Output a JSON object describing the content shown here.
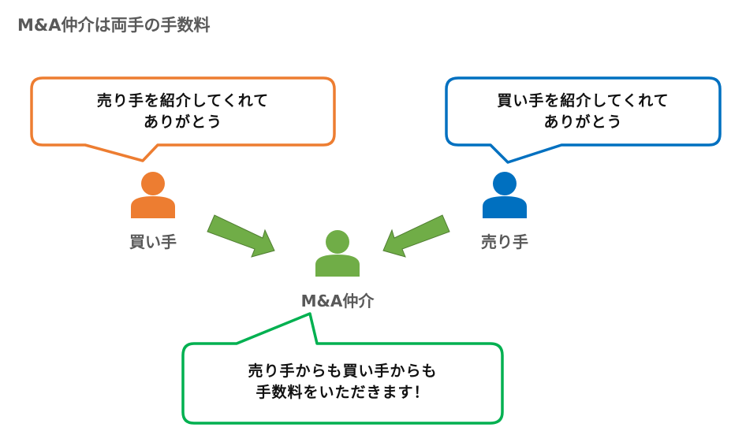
{
  "title": "M&A仲介は両手の手数料",
  "colors": {
    "buyer": "#ED7D31",
    "seller": "#0070C0",
    "broker": "#70AD47",
    "broker_bubble": "#00B050",
    "arrow": "#70AD47",
    "arrow_outline": "#507E32",
    "label_text": "#595959",
    "bubble_text": "#111111"
  },
  "buyer": {
    "label": "買い手",
    "icon": "person-icon",
    "bubble": {
      "line1": "売り手を紹介してくれて",
      "line2": "ありがとう"
    }
  },
  "seller": {
    "label": "売り手",
    "icon": "person-icon",
    "bubble": {
      "line1": "買い手を紹介してくれて",
      "line2": "ありがとう"
    }
  },
  "broker": {
    "label": "M&A仲介",
    "icon": "person-icon",
    "bubble": {
      "line1": "売り手からも買い手からも",
      "line2": "手数料をいただきます！"
    }
  },
  "arrows": [
    {
      "from": "buyer",
      "to": "broker",
      "icon": "arrow-right-down-icon"
    },
    {
      "from": "seller",
      "to": "broker",
      "icon": "arrow-left-down-icon"
    }
  ]
}
